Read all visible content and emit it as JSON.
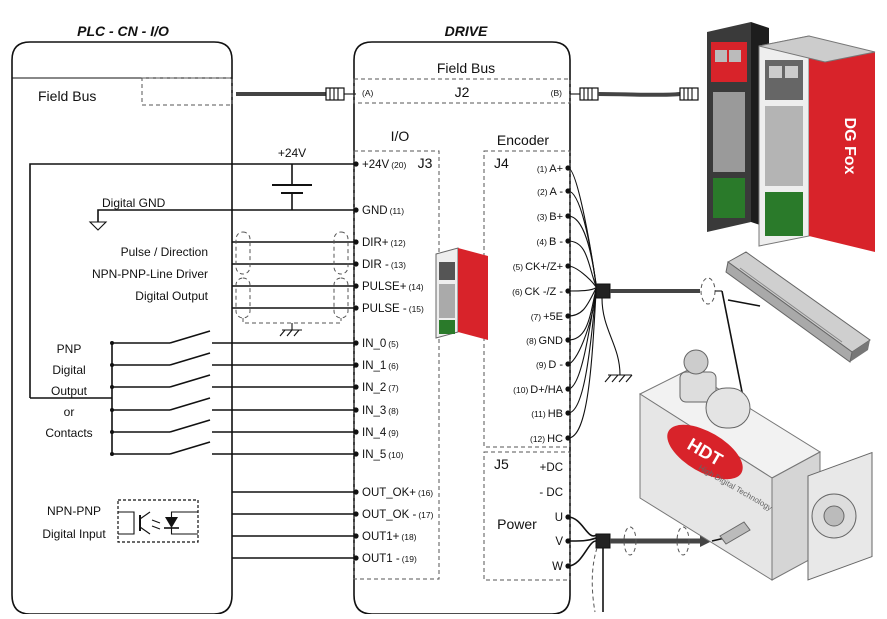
{
  "titles": {
    "plc": "PLC - CN - I/O",
    "drive": "DRIVE"
  },
  "plc": {
    "field_bus": "Field Bus",
    "digital_gnd": "Digital GND",
    "supply": "+24V",
    "pulse_lines": [
      "Pulse / Direction",
      "NPN-PNP-Line Driver",
      "Digital Output"
    ],
    "pnp_lines": [
      "PNP",
      "Digital",
      "Output",
      "or",
      "Contacts"
    ],
    "npn_lines": [
      "NPN-PNP",
      "Digital Input"
    ]
  },
  "drive": {
    "field_bus": {
      "title": "Field Bus",
      "connector": "J2",
      "left_tag": "(A)",
      "right_tag": "(B)"
    },
    "io": {
      "title": "I/O",
      "connector": "J3",
      "pins": [
        {
          "name": "+24V",
          "num": "(20)"
        },
        {
          "name": "GND",
          "num": "(11)"
        },
        {
          "name": "DIR+",
          "num": "(12)"
        },
        {
          "name": "DIR -",
          "num": "(13)"
        },
        {
          "name": "PULSE+",
          "num": "(14)"
        },
        {
          "name": "PULSE -",
          "num": "(15)"
        },
        {
          "name": "IN_0",
          "num": "(5)"
        },
        {
          "name": "IN_1",
          "num": "(6)"
        },
        {
          "name": "IN_2",
          "num": "(7)"
        },
        {
          "name": "IN_3",
          "num": "(8)"
        },
        {
          "name": "IN_4",
          "num": "(9)"
        },
        {
          "name": "IN_5",
          "num": "(10)"
        },
        {
          "name": "OUT_OK+",
          "num": "(16)"
        },
        {
          "name": "OUT_OK -",
          "num": "(17)"
        },
        {
          "name": "OUT1+",
          "num": "(18)"
        },
        {
          "name": "OUT1 -",
          "num": "(19)"
        }
      ]
    },
    "encoder": {
      "title": "Encoder",
      "connector": "J4",
      "pins": [
        {
          "num": "(1)",
          "name": "A+"
        },
        {
          "num": "(2)",
          "name": "A -"
        },
        {
          "num": "(3)",
          "name": "B+"
        },
        {
          "num": "(4)",
          "name": "B -"
        },
        {
          "num": "(5)",
          "name": "CK+/Z+"
        },
        {
          "num": "(6)",
          "name": "CK -/Z -"
        },
        {
          "num": "(7)",
          "name": "+5E"
        },
        {
          "num": "(8)",
          "name": "GND"
        },
        {
          "num": "(9)",
          "name": "D -"
        },
        {
          "num": "(10)",
          "name": "D+/HA"
        },
        {
          "num": "(11)",
          "name": "HB"
        },
        {
          "num": "(12)",
          "name": "HC"
        }
      ]
    },
    "power": {
      "title": "Power",
      "connector": "J5",
      "pins": [
        "+DC",
        "- DC",
        "U",
        "V",
        "W"
      ]
    }
  },
  "products": {
    "drive_brand": "DG Fox",
    "motor_brand": "HDT",
    "motor_tagline": "High Digital Technology"
  }
}
